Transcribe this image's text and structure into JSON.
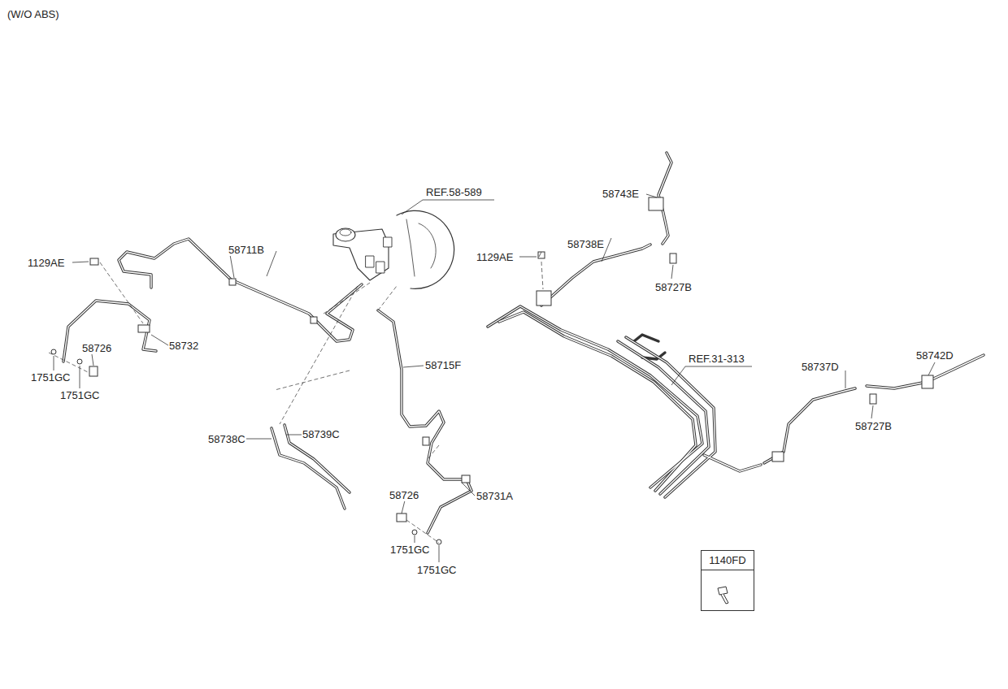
{
  "diagram": {
    "nodes": [
      {
        "text": [
          "1140FD"
        ]
      }
    ],
    "labels": [
      "(W/O ABS)",
      "REF.58-589",
      "58743E",
      "58711B",
      "1129AE",
      "58738E",
      "1129AE",
      "58727B",
      "58726",
      "58732",
      "1751GC",
      "1751GC",
      "58715F",
      "REF.31-313",
      "58742D",
      "58737D",
      "58727B",
      "58738C",
      "58739C",
      "58726",
      "58731A",
      "1751GC",
      "1751GC"
    ]
  }
}
